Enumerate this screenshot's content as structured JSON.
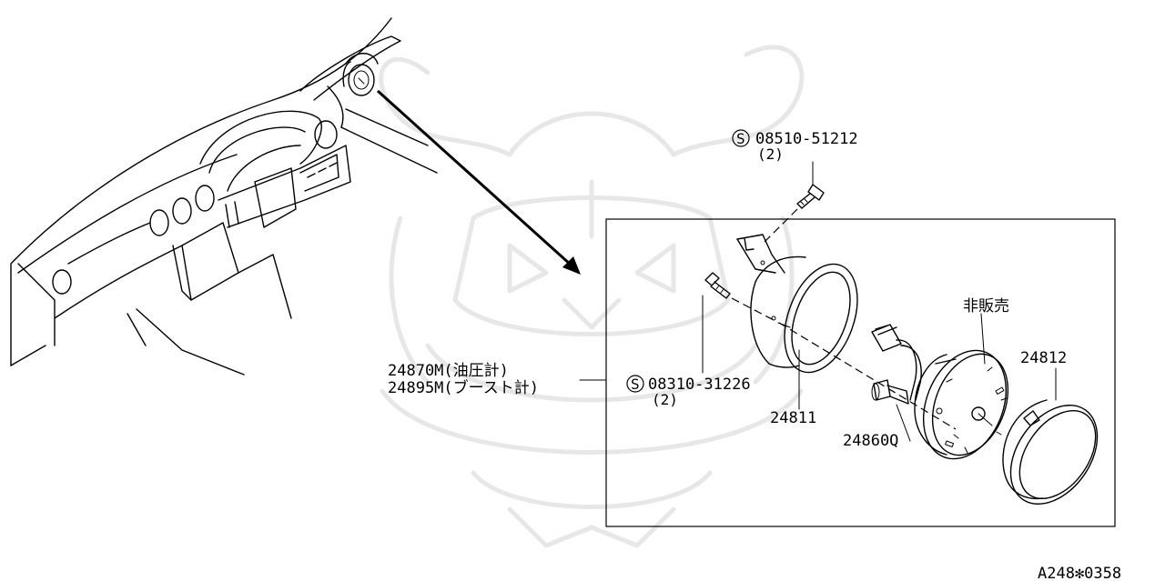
{
  "parts": {
    "screw_top_code": "08510-51212",
    "screw_top_qty": "(2)",
    "screw_bottom_code": "08310-31226",
    "screw_bottom_qty": "(2)",
    "gauge_oil_pressure": "24870M(油圧計)",
    "gauge_boost": "24895M(ブースト計)",
    "housing": "24811",
    "bulb_socket": "24860Q",
    "not_for_sale": "非販売",
    "bezel_ring": "24812",
    "screw_symbol": "S"
  },
  "footer": {
    "diagram_ref": "A248✻0358"
  }
}
